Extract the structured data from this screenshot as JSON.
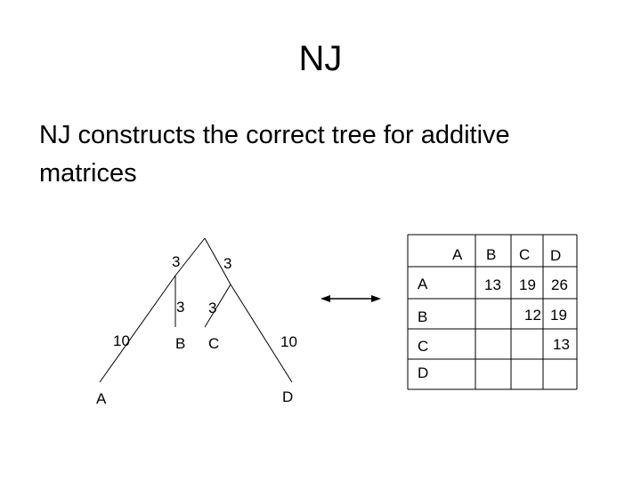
{
  "slide": {
    "title": "NJ",
    "body": "NJ constructs the correct tree for additive matrices"
  },
  "tree": {
    "edges": [
      {
        "id": "root-left",
        "label": "3"
      },
      {
        "id": "root-right",
        "label": "3"
      },
      {
        "id": "inner-B",
        "label": "3"
      },
      {
        "id": "inner-C",
        "label": "3"
      },
      {
        "id": "left-A",
        "label": "10"
      },
      {
        "id": "right-D",
        "label": "10"
      }
    ],
    "leaves": [
      "A",
      "B",
      "C",
      "D"
    ]
  },
  "matrix": {
    "columns": [
      "A",
      "B",
      "C",
      "D"
    ],
    "rows": [
      {
        "label": "A",
        "cells": [
          "",
          "13",
          "19",
          "26"
        ]
      },
      {
        "label": "B",
        "cells": [
          "",
          "",
          "12",
          "19"
        ]
      },
      {
        "label": "C",
        "cells": [
          "",
          "",
          "",
          "13"
        ]
      },
      {
        "label": "D",
        "cells": [
          "",
          "",
          "",
          ""
        ]
      }
    ]
  }
}
